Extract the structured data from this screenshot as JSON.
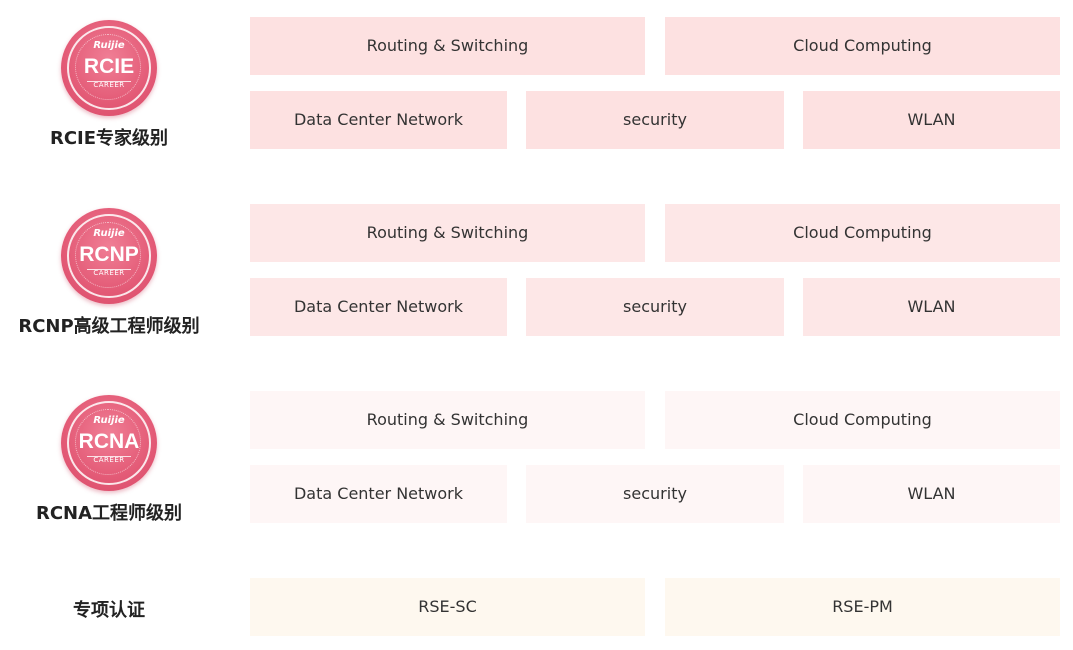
{
  "badge_brand": "Ruijie",
  "badge_career": "CAREER",
  "levels": [
    {
      "badge_code": "RCIE",
      "label": "RCIE专家级别",
      "areas": [
        "Routing & Switching",
        "Cloud Computing",
        "Data Center Network",
        "security",
        "WLAN"
      ]
    },
    {
      "badge_code": "RCNP",
      "label": "RCNP高级工程师级别",
      "areas": [
        "Routing & Switching",
        "Cloud Computing",
        "Data Center Network",
        "security",
        "WLAN"
      ]
    },
    {
      "badge_code": "RCNA",
      "label": "RCNA工程师级别",
      "areas": [
        "Routing & Switching",
        "Cloud Computing",
        "Data Center Network",
        "security",
        "WLAN"
      ]
    }
  ],
  "special": {
    "label": "专项认证",
    "items": [
      "RSE-SC",
      "RSE-PM"
    ]
  },
  "colors": {
    "expert_box": "#fde1e1",
    "senior_box": "#fde7e7",
    "engineer_box": "#fef6f6",
    "special_box": "#fef8ef",
    "badge": "#e35a76"
  }
}
